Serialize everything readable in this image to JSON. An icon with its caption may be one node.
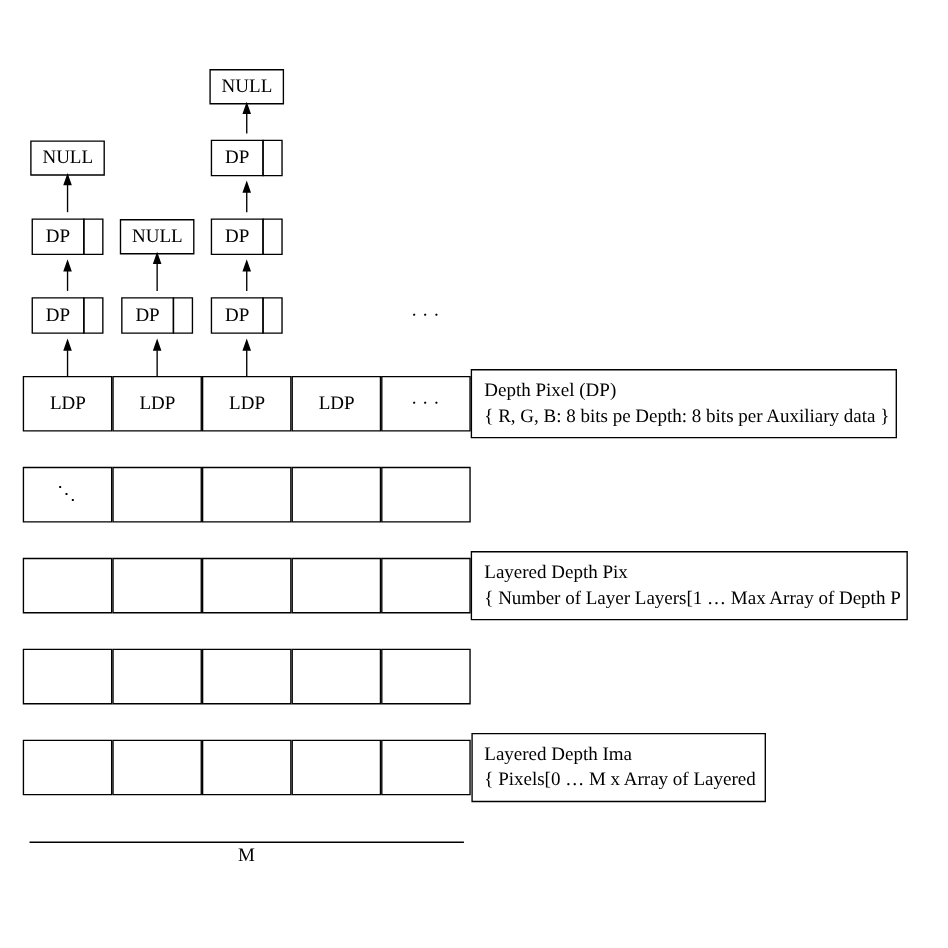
{
  "diagram": {
    "nodes": [
      {
        "text": [
          "NULL"
        ]
      },
      {
        "text": [
          "NULL"
        ]
      },
      {
        "text": [
          "DP"
        ]
      },
      {
        "text": [
          "DP"
        ]
      },
      {
        "text": [
          "NULL"
        ]
      },
      {
        "text": [
          "DP"
        ]
      },
      {
        "text": [
          "DP"
        ]
      },
      {
        "text": [
          "DP"
        ]
      },
      {
        "text": [
          "DP"
        ]
      },
      {
        "text": [
          "LDP"
        ]
      },
      {
        "text": [
          "LDP"
        ]
      },
      {
        "text": [
          "LDP"
        ]
      },
      {
        "text": [
          "LDP"
        ]
      },
      {
        "text": [
          "· · ·"
        ]
      },
      {
        "text": [
          "Depth Pixel (DP)",
          "{ R, G, B: 8 bits pe Depth: 8 bits per Auxiliary data }"
        ]
      },
      {
        "text": [
          "Layered Depth Pix",
          "{ Number of Layer Layers[1 … Max Array of Depth P"
        ]
      },
      {
        "text": [
          "Layered Depth Ima",
          "{ Pixels[0 … M x Array of Layered"
        ]
      },
      {
        "text": [
          "⋱"
        ]
      },
      {
        "text": [],
        "shape": "box"
      },
      {
        "text": [],
        "shape": "box"
      },
      {
        "text": [],
        "shape": "box"
      },
      {
        "text": [],
        "shape": "box"
      },
      {
        "text": [],
        "shape": "box"
      },
      {
        "text": [],
        "shape": "box"
      },
      {
        "text": [],
        "shape": "box"
      },
      {
        "text": [],
        "shape": "box"
      },
      {
        "text": [],
        "shape": "box"
      },
      {
        "text": [],
        "shape": "box"
      },
      {
        "text": [],
        "shape": "box"
      },
      {
        "text": [],
        "shape": "box"
      },
      {
        "text": [],
        "shape": "box"
      },
      {
        "text": [],
        "shape": "box"
      },
      {
        "text": [],
        "shape": "box"
      },
      {
        "text": [],
        "shape": "box"
      },
      {
        "text": [],
        "shape": "box"
      },
      {
        "text": [],
        "shape": "box"
      },
      {
        "text": [],
        "shape": "box"
      }
    ],
    "edges": [
      {
        "from": 9,
        "to": 6,
        "arrow": "to"
      },
      {
        "from": 10,
        "to": 7,
        "arrow": "to"
      },
      {
        "from": 11,
        "to": 8,
        "arrow": "to"
      },
      {
        "from": 6,
        "to": 3,
        "arrow": "to"
      },
      {
        "from": 7,
        "to": 4,
        "arrow": "to"
      },
      {
        "from": 8,
        "to": 5,
        "arrow": "to"
      },
      {
        "from": 3,
        "to": 1,
        "arrow": "to"
      },
      {
        "from": 5,
        "to": 2,
        "arrow": "to"
      },
      {
        "from": 2,
        "to": 0,
        "arrow": "to"
      }
    ],
    "labels": [
      "· · ·",
      "M"
    ]
  }
}
